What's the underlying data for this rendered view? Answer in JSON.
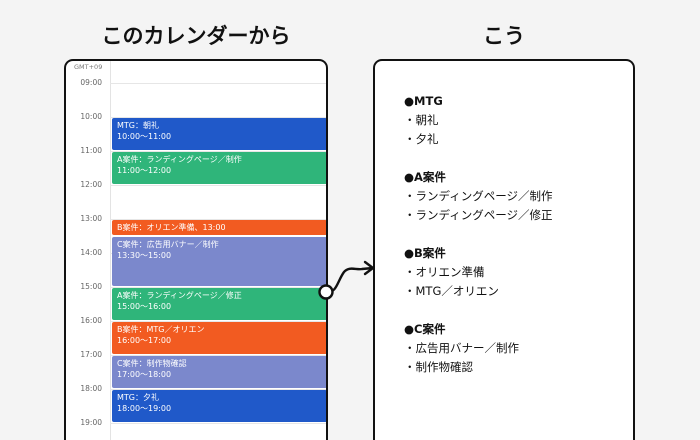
{
  "headings": {
    "left": "このカレンダーから",
    "right": "こう"
  },
  "calendar": {
    "timezone": "GMT+09",
    "times": [
      "09:00",
      "10:00",
      "11:00",
      "12:00",
      "13:00",
      "14:00",
      "15:00",
      "16:00",
      "17:00",
      "18:00",
      "19:00"
    ],
    "events": [
      {
        "title": "MTG：朝礼",
        "subtitle": "10:00〜11:00",
        "color": "#2059c9",
        "start": "10:00",
        "end": "11:00"
      },
      {
        "title": "A案件：ランディングページ／制作",
        "subtitle": "11:00〜12:00",
        "color": "#2fb57a",
        "start": "11:00",
        "end": "12:00"
      },
      {
        "title": "B案件：オリエン準備、13:00",
        "subtitle": "",
        "color": "#f25b21",
        "start": "13:00",
        "end": "13:30"
      },
      {
        "title": "C案件：広告用バナー／制作",
        "subtitle": "13:30〜15:00",
        "color": "#7b88cc",
        "start": "13:30",
        "end": "15:00"
      },
      {
        "title": "A案件：ランディングページ／修正",
        "subtitle": "15:00〜16:00",
        "color": "#2fb57a",
        "start": "15:00",
        "end": "16:00"
      },
      {
        "title": "B案件：MTG／オリエン",
        "subtitle": "16:00〜17:00",
        "color": "#f25b21",
        "start": "16:00",
        "end": "17:00"
      },
      {
        "title": "C案件：制作物確認",
        "subtitle": "17:00〜18:00",
        "color": "#7b88cc",
        "start": "17:00",
        "end": "18:00"
      },
      {
        "title": "MTG：夕礼",
        "subtitle": "18:00〜19:00",
        "color": "#2059c9",
        "start": "18:00",
        "end": "19:00"
      }
    ]
  },
  "notes": [
    {
      "title": "●MTG",
      "items": [
        "・朝礼",
        "・夕礼"
      ]
    },
    {
      "title": "●A案件",
      "items": [
        "・ランディングページ／制作",
        "・ランディングページ／修正"
      ]
    },
    {
      "title": "●B案件",
      "items": [
        "・オリエン準備",
        "・MTG／オリエン"
      ]
    },
    {
      "title": "●C案件",
      "items": [
        "・広告用バナー／制作",
        "・制作物確認"
      ]
    }
  ]
}
